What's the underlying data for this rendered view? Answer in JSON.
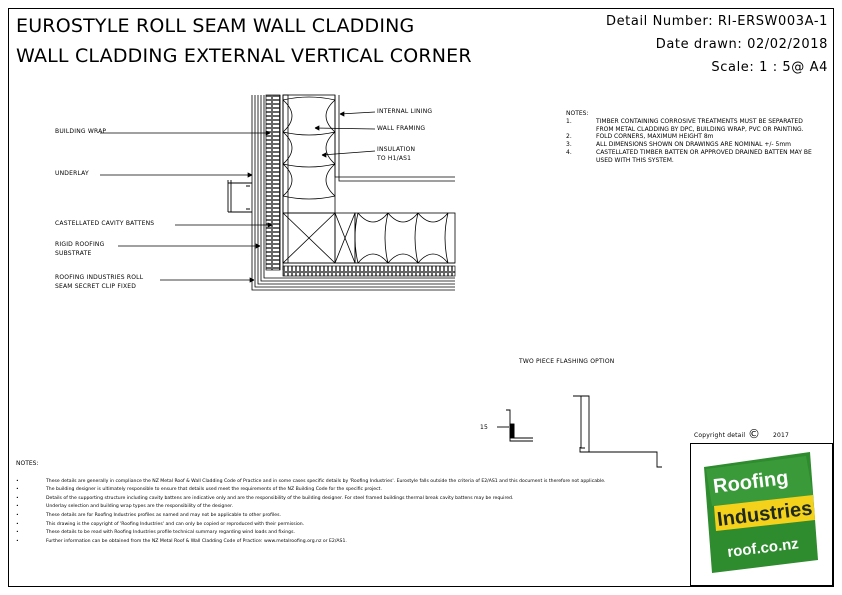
{
  "header": {
    "title_line1": "EUROSTYLE ROLL SEAM WALL CLADDING",
    "title_line2": "WALL CLADDING EXTERNAL VERTICAL CORNER",
    "detail_number": "Detail Number:  RI-ERSW003A-1",
    "date_drawn": "Date drawn:  02/02/2018",
    "scale": "Scale:    1 : 5@ A4"
  },
  "callouts": {
    "internal_lining": "INTERNAL LINING",
    "wall_framing": "WALL FRAMING",
    "insulation_line1": "INSULATION",
    "insulation_line2": "TO H1/AS1",
    "building_wrap": "BUILDING WRAP",
    "underlay": "UNDERLAY",
    "castellated_battens": "CASTELLATED CAVITY BATTENS",
    "rigid_roofing_line1": "RIGID ROOFING",
    "rigid_roofing_line2": "SUBSTRATE",
    "roll_seam_line1": "ROOFING INDUSTRIES ROLL",
    "roll_seam_line2": "SEAM SECRET CLIP FIXED"
  },
  "two_piece": {
    "label": "TWO PIECE FLASHING OPTION",
    "dimension": "15"
  },
  "notes_right": {
    "heading": "NOTES:",
    "items": [
      {
        "num": "1.",
        "text": "TIMBER CONTAINING CORROSIVE TREATMENTS MUST BE SEPARATED FROM METAL CLADDING BY DPC, BUILDING WRAP, PVC OR PAINTING."
      },
      {
        "num": "2.",
        "text": "FOLD CORNERS, MAXIMUM HEIGHT 8m"
      },
      {
        "num": "3.",
        "text": "ALL DIMENSIONS SHOWN ON DRAWINGS ARE NOMINAL +/- 5mm"
      },
      {
        "num": "4.",
        "text": "CASTELLATED TIMBER BATTEN OR APPROVED DRAINED BATTEN MAY BE USED WITH THIS SYSTEM."
      }
    ]
  },
  "notes_bottom": {
    "heading": "NOTES:",
    "items": [
      "These details are generally in compliance the NZ Metal Roof & Wall Cladding Code of Practice and in some cases specific details by 'Roofing Industries'.   Eurostyle falls outside the criteria of E2/AS1 and this document is therefore not applicable.",
      "The building designer is ultimately responsible to ensure that details used meet the requirements of the NZ Building Code for the specific project.",
      "Details of the supporting structure including cavity battens are indicative only and are the responsibility of the building designer.  For steel framed buildings thermal break cavity battens may be required.",
      "Underlay selection and building wrap types are the responsibility of the designer.",
      "These details are for Roofing Industries profiles as named and may not be applicable to other profiles.",
      "This drawing is the copyright of 'Roofing Industries' and can only be copied or reproduced with their permission.",
      "These details to be read with Roofing Industries profile technical summary regarding wind loads and fixings.",
      "Further information can be obtained from the NZ Metal Roof & Wall Cladding Code of Practice:  www.metalroofing.org.nz or E2/AS1."
    ]
  },
  "copyright": {
    "text": "Copyright detail",
    "symbol": "©",
    "year": "2017"
  },
  "logo": {
    "word1": "Roofing",
    "word2": "Industries",
    "url": "roof.co.nz",
    "green": "#2e8b2e",
    "yellow": "#f4d11a",
    "dark": "#1e2a1e"
  }
}
